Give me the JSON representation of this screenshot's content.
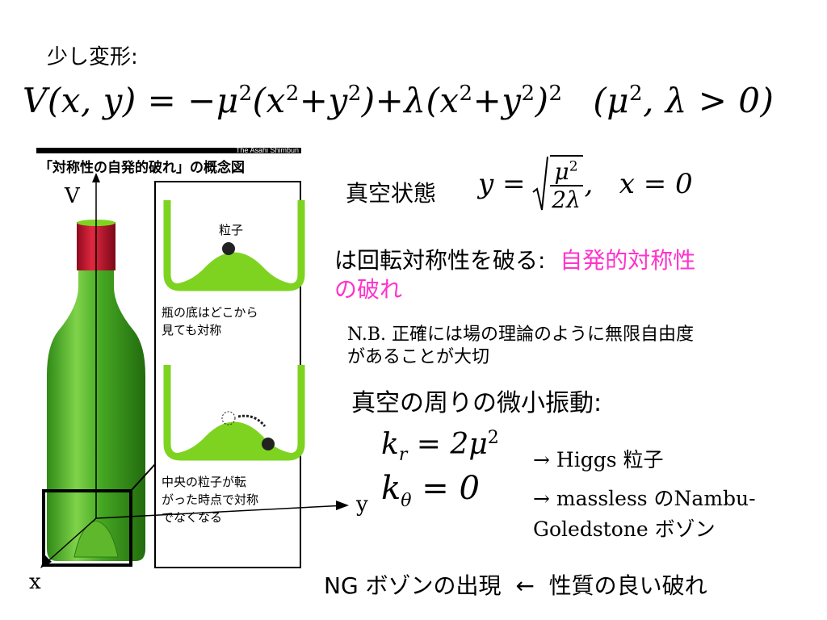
{
  "heading": "少し変形:",
  "main_equation": {
    "lhs": "V(x, y) =",
    "term1": "−μ",
    "sq": "2",
    "open1": "(x",
    "plus1": "+y",
    "close1": ")",
    "plus_lambda": "+λ(x",
    "plus2": "+y",
    "close2": ")",
    "cond_open": "(μ",
    "cond_rest": ", λ > 0)"
  },
  "figure": {
    "source": "The Asahi Shimbun",
    "title": "「対称性の自発的破れ」の概念図",
    "particle_label": "粒子",
    "caption_top": [
      "瓶の底はどこから",
      "見ても対称"
    ],
    "caption_bottom": [
      "中央の粒子が転",
      "がった時点で対称",
      "でなくなる"
    ],
    "colors": {
      "glass": "#3fa51f",
      "glass_light": "#7fd34a",
      "cap": "#c8102e",
      "well": "#7ed321"
    }
  },
  "axes": {
    "v": "V",
    "x": "x",
    "y": "y"
  },
  "vacuum": {
    "label": "真空状態",
    "y_eq": "y =",
    "num": "μ",
    "num_sup": "2",
    "den": "2λ",
    "rest": ",   x = 0"
  },
  "breaking": {
    "line1_plain": "は回転対称性を破る:  ",
    "line1_pink": "自発的対称性",
    "line2_pink": "の破れ"
  },
  "nb": {
    "prefix": "N.B.",
    "line1": " 正確には場の理論のように無限自由度",
    "line2": "があることが大切"
  },
  "oscillation": "真空の周りの微小振動:",
  "kr": {
    "k": "k",
    "sub": "r",
    "eq": " = 2μ",
    "sup": "2"
  },
  "kt": {
    "k": "k",
    "sub": "θ",
    "eq": " = 0"
  },
  "results": {
    "higgs": "→  Higgs 粒子",
    "ng1": "→  massless のNambu-",
    "ng2": "Goledstone ボゾン"
  },
  "bottom": "NG ボゾンの出現  ←  性質の良い破れ"
}
